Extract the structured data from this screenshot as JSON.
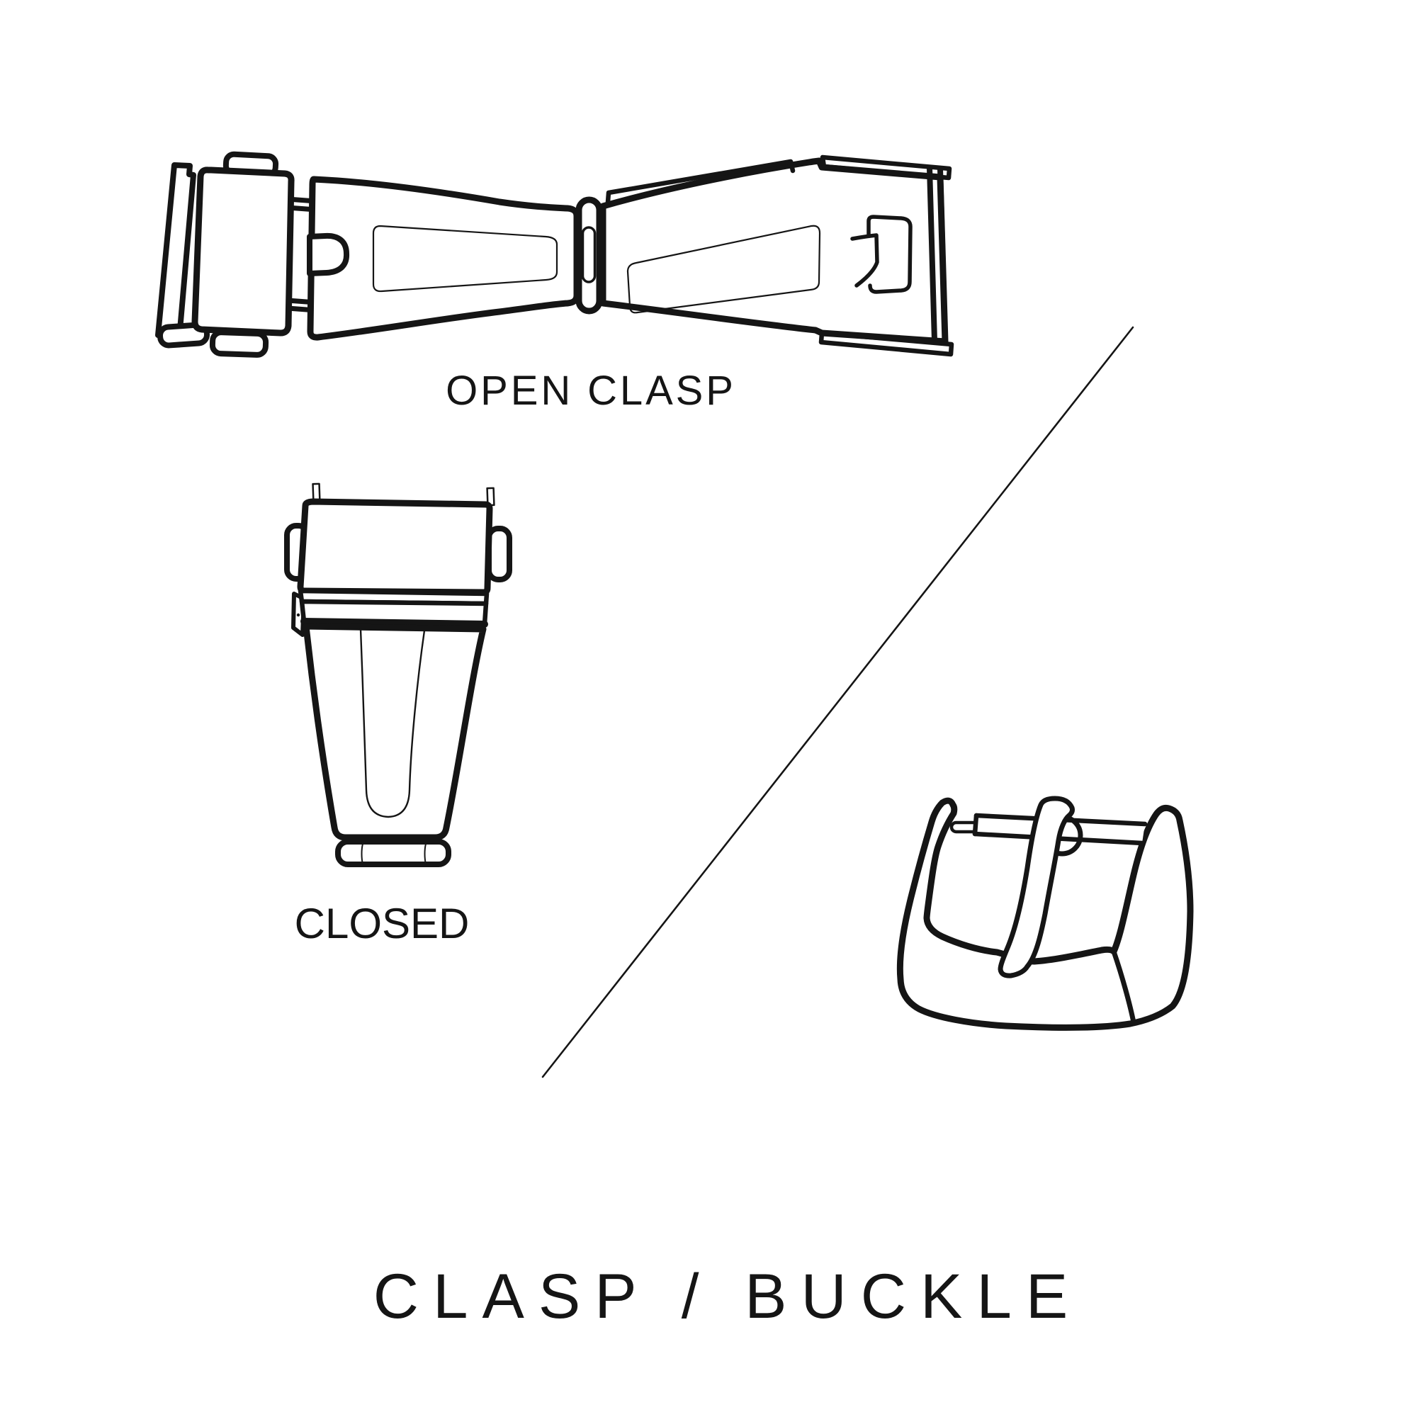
{
  "page": {
    "background_color": "#ffffff",
    "ink_color": "#151515",
    "description": "Line-art diagram of watch strap closure hardware"
  },
  "labels": {
    "open_clasp": "OPEN CLASP",
    "closed": "CLOSED",
    "title": "CLASP / BUCKLE"
  },
  "illustrations": {
    "open_clasp": "deployant clasp shown open, top view",
    "closed_clasp": "deployant clasp shown closed, top view",
    "pin_buckle": "tang pin buckle, three-quarter view",
    "divider": "thin diagonal separator line"
  }
}
